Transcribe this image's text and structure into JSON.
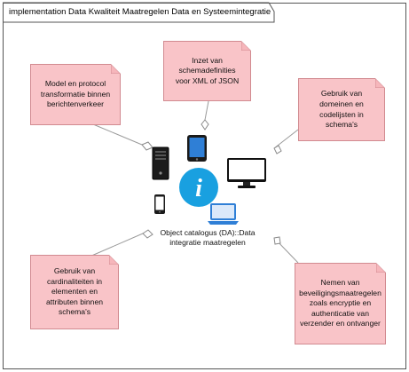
{
  "diagram": {
    "title": "implementation Data Kwaliteit Maatregelen Data en Systeemintegratie",
    "center": {
      "label": "Object catalogus (DA)::Data integratie maatregelen",
      "icon": "info-icon"
    },
    "notes": {
      "model": "Model en protocol transformatie binnen berichtenverkeer",
      "schema_defs": "Inzet van schemadefinities voor XML of JSON",
      "domains": "Gebruik van domeinen en codelijsten in schema's",
      "cardinality": "Gebruik van cardinaliteiten in elementen en attributen binnen schema's",
      "security": "Nemen van beveiligingsmaatregelen zoals encryptie en authenticatie van verzender en ontvanger"
    },
    "devices": [
      "server-tower-icon",
      "tablet-icon",
      "monitor-icon",
      "phone-icon",
      "laptop-icon"
    ],
    "colors": {
      "note_fill": "#f9c4c8",
      "note_border": "#d18a90",
      "info_blue": "#19a0e0",
      "device_blue": "#2f7fd6"
    }
  }
}
